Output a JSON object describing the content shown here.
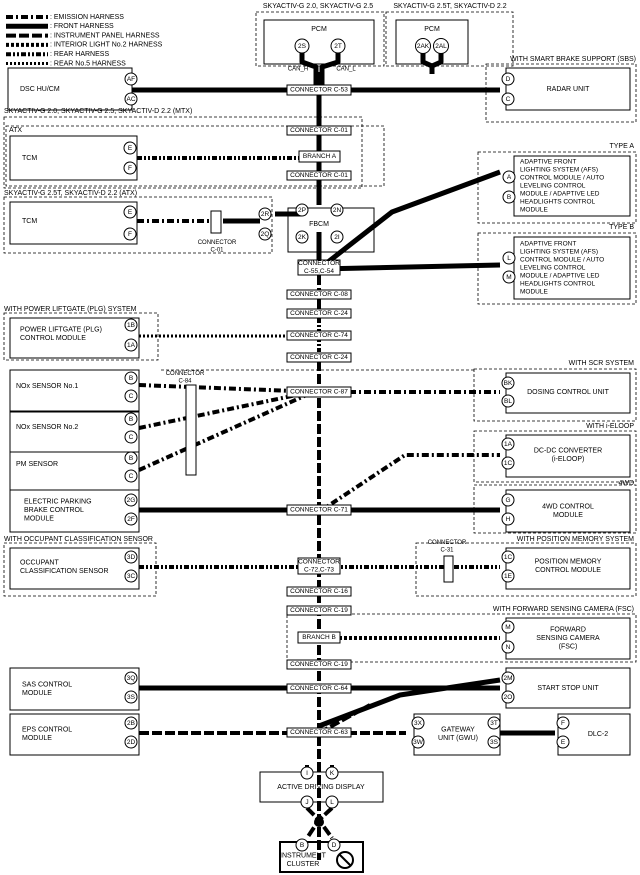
{
  "legend": [
    {
      "label": ": EMISSION HARNESS",
      "pattern": "emission"
    },
    {
      "label": ": FRONT HARNESS",
      "pattern": "front"
    },
    {
      "label": ": INSTRUMENT PANEL HARNESS",
      "pattern": "ip"
    },
    {
      "label": ": INTERIOR LIGHT No.2 HARNESS",
      "pattern": "interior"
    },
    {
      "label": ": REAR HARNESS",
      "pattern": "rear"
    },
    {
      "label": ": REAR No.5 HARNESS",
      "pattern": "rear5"
    }
  ],
  "groups": {
    "pcm1": "SKYACTIV-G 2.0, SKYACTIV-G 2.5",
    "pcm2": "SKYACTIV-G 2.5T, SKYACTIV-D 2.2",
    "tcm_mtx": "SKYACTIV-G 2.0, SKYACTIV-G 2.5, SKYACTIV-D 2.2 (MTX)",
    "atx": "ATX",
    "tcm_atx": "SKYACTIV-G 2.5T, SKYACTIV-D 2.2 (ATX)",
    "sbs": "WITH SMART BRAKE SUPPORT (SBS)",
    "type_a": "TYPE A",
    "type_b": "TYPE B",
    "plg": "WITH POWER LIFTGATE (PLG) SYSTEM",
    "scr": "WITH SCR SYSTEM",
    "iloop": "WITH i-ELOOP",
    "fwd4": "4WD",
    "ocs": "WITH OCCUPANT CLASSIFICATION SENSOR",
    "pmem": "WITH POSITION MEMORY SYSTEM",
    "fsc": "WITH FORWARD SENSING CAMERA (FSC)"
  },
  "modules": {
    "pcm1": "PCM",
    "pcm2": "PCM",
    "dsc": "DSC HU/CM",
    "radar": "RADAR UNIT",
    "tcm1": "TCM",
    "tcm2": "TCM",
    "fbcm": "FBCM",
    "afs_a": [
      "ADAPTIVE FRONT",
      "LIGHTING SYSTEM (AFS)",
      "CONTROL MODULE / AUTO",
      "LEVELING CONTROL",
      "MODULE / ADAPTIVE LED",
      "HEADLIGHTS CONTROL",
      "MODULE"
    ],
    "afs_b": [
      "ADAPTIVE FRONT",
      "LIGHTING SYSTEM (AFS)",
      "CONTROL MODULE / AUTO",
      "LEVELING CONTROL",
      "MODULE / ADAPTIVE LED",
      "HEADLIGHTS CONTROL",
      "MODULE"
    ],
    "plg": [
      "POWER LIFTGATE (PLG)",
      "CONTROL MODULE"
    ],
    "nox1": "NOx SENSOR No.1",
    "nox2": "NOx SENSOR No.2",
    "pm": "PM SENSOR",
    "dosing": "DOSING CONTROL UNIT",
    "dcdc": [
      "DC-DC CONVERTER",
      "(i-ELOOP)"
    ],
    "epb": [
      "ELECTRIC PARKING",
      "BRAKE CONTROL",
      "MODULE"
    ],
    "fwd4": [
      "4WD CONTROL",
      "MODULE"
    ],
    "ocs": [
      "OCCUPANT",
      "CLASSIFICATION SENSOR"
    ],
    "pmem": [
      "POSITION MEMORY",
      "CONTROL MODULE"
    ],
    "fsc": [
      "FORWARD",
      "SENSING CAMERA",
      "(FSC)"
    ],
    "sas": [
      "SAS CONTROL",
      "MODULE"
    ],
    "ssu": "START STOP UNIT",
    "eps": [
      "EPS CONTROL",
      "MODULE"
    ],
    "gwu": [
      "GATEWAY",
      "UNIT (GWU)"
    ],
    "dlc": "DLC-2",
    "ads": "ACTIVE DRIVING DISPLAY",
    "ic": [
      "INSTRUMENT",
      "CLUSTER"
    ]
  },
  "connectors": {
    "c53": "CONNECTOR C-53",
    "c01a": "CONNECTOR C-01",
    "brA": "BRANCH A",
    "c01b": "CONNECTOR C-01",
    "c01s": [
      "CONNECTOR",
      "C-01"
    ],
    "c55": [
      "CONNECTOR",
      "C-55,C-54"
    ],
    "c08": "CONNECTOR C-08",
    "c24a": "CONNECTOR C-24",
    "c74": "CONNECTOR C-74",
    "c24b": "CONNECTOR C-24",
    "c84": [
      "CONNECTOR",
      "C-84"
    ],
    "c87": "CONNECTOR C-87",
    "c71": "CONNECTOR C-71",
    "c72": [
      "CONNECTOR",
      "C-72,C-73"
    ],
    "c31": [
      "CONNECTOR",
      "C-31"
    ],
    "c16": "CONNECTOR C-16",
    "c19a": "CONNECTOR C-19",
    "brB": "BRANCH B",
    "c19b": "CONNECTOR C-19",
    "c64": "CONNECTOR C-64",
    "c63": "CONNECTOR C-63"
  },
  "can": {
    "h": "CAN_H",
    "l": "CAN_L"
  },
  "pins": {
    "pcm1_a": "2S",
    "pcm1_b": "2T",
    "pcm2_a": "2AK",
    "pcm2_b": "2AL",
    "dsc_a": "AF",
    "dsc_b": "AC",
    "radar_a": "D",
    "radar_b": "C",
    "tcm1_a": "E",
    "tcm1_b": "F",
    "tcm2_a": "E",
    "tcm2_b": "F",
    "fb_2r": "2R",
    "fb_2q": "2Q",
    "fb_2p": "2P",
    "fb_2n": "2N",
    "fb_2k": "2K",
    "fb_2i": "2I",
    "afsa_a": "A",
    "afsa_b": "B",
    "afsb_a": "L",
    "afsb_b": "M",
    "plg_a": "1B",
    "plg_b": "1A",
    "nox1_a": "B",
    "nox1_b": "C",
    "nox2_a": "B",
    "nox2_b": "C",
    "pm_a": "B",
    "pm_b": "C",
    "dos_a": "BK",
    "dos_b": "BL",
    "dcdc_a": "1A",
    "dcdc_b": "1C",
    "epb_a": "2G",
    "epb_b": "2F",
    "w4_a": "G",
    "w4_b": "H",
    "ocs_a": "3D",
    "ocs_b": "3C",
    "pm_mem_a": "1C",
    "pm_mem_b": "1E",
    "fsc_a": "M",
    "fsc_b": "N",
    "sas_a": "3Q",
    "sas_b": "3S",
    "ssu_a": "2M",
    "ssu_b": "2O",
    "eps_a": "2B",
    "eps_b": "2D",
    "gw_a": "3X",
    "gw_b": "3W",
    "gw_c": "3T",
    "gw_d": "3S",
    "dlc_a": "F",
    "dlc_b": "E",
    "ads_a": "I",
    "ads_b": "K",
    "ads_c": "J",
    "ads_d": "L",
    "ic_a": "B",
    "ic_b": "D"
  }
}
